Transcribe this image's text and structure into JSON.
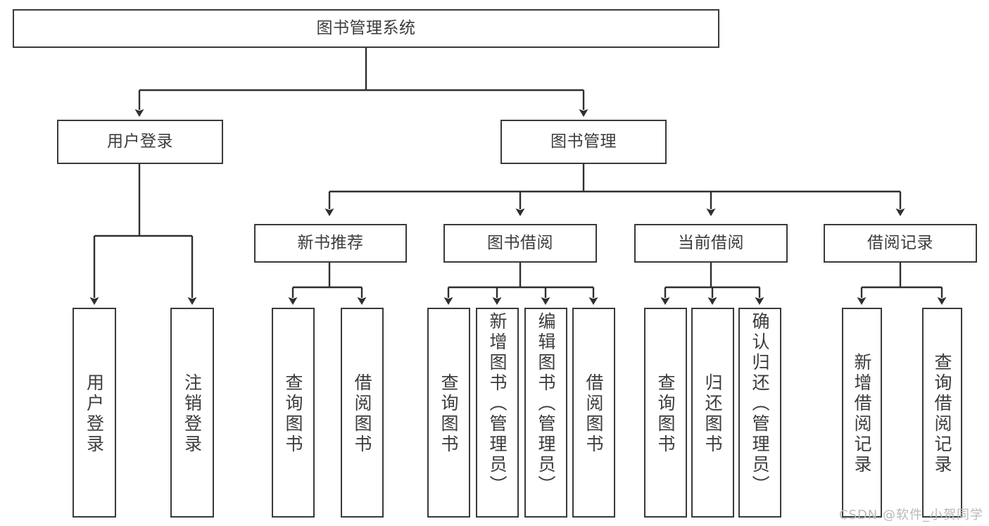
{
  "diagram": {
    "title": "图书管理系统",
    "type": "tree",
    "root": {
      "label": "图书管理系统"
    },
    "level2": [
      {
        "label": "用户登录"
      },
      {
        "label": "图书管理"
      }
    ],
    "level3": [
      {
        "label": "新书推荐"
      },
      {
        "label": "图书借阅"
      },
      {
        "label": "当前借阅"
      },
      {
        "label": "借阅记录"
      }
    ],
    "leaves": {
      "user_login": [
        {
          "label": "用户登录"
        },
        {
          "label": "注销登录"
        }
      ],
      "new_book_recommend": [
        {
          "label": "查询图书"
        },
        {
          "label": "借阅图书"
        }
      ],
      "book_borrow": [
        {
          "label": "查询图书"
        },
        {
          "label": "新增图书（管理员）"
        },
        {
          "label": "编辑图书（管理员）"
        },
        {
          "label": "借阅图书"
        }
      ],
      "current_borrow": [
        {
          "label": "查询图书"
        },
        {
          "label": "归还图书"
        },
        {
          "label": "确认归还（管理员）"
        }
      ],
      "borrow_record": [
        {
          "label": "新增借阅记录"
        },
        {
          "label": "查询借阅记录"
        }
      ]
    }
  },
  "watermark": {
    "text": "CSDN @软件_小贺同学"
  },
  "colors": {
    "border": "#3a3a3a",
    "text": "#3c3c3c",
    "background": "#ffffff",
    "watermark": "#b9b9b9"
  }
}
